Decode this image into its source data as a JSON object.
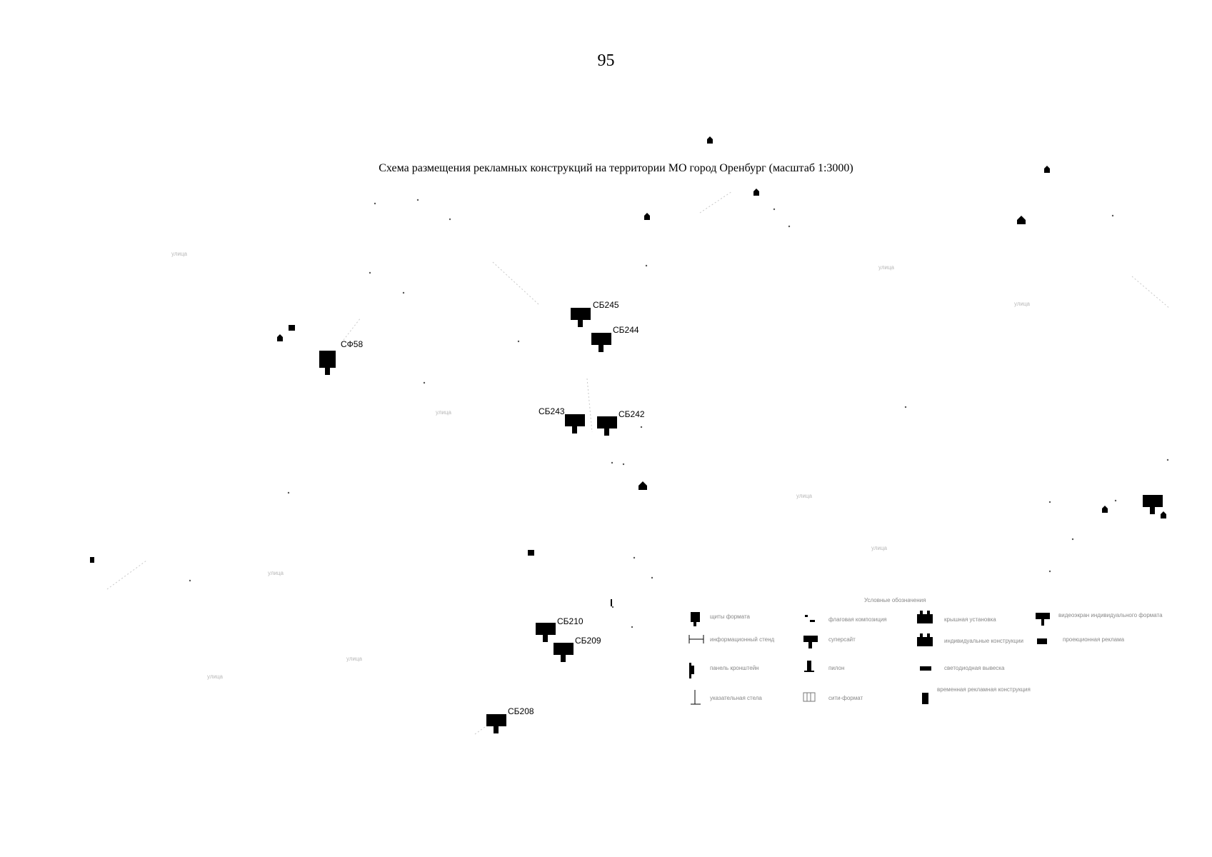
{
  "page": {
    "number": "95"
  },
  "map": {
    "title": "Схема размещения рекламных конструкций на территории МО город Оренбург (масштаб 1:3000)"
  },
  "markers": [
    {
      "code": "СБ245",
      "kind": "billboard"
    },
    {
      "code": "СБ244",
      "kind": "billboard"
    },
    {
      "code": "СФ58",
      "kind": "column"
    },
    {
      "code": "СБ243",
      "kind": "billboard"
    },
    {
      "code": "СБ242",
      "kind": "billboard"
    },
    {
      "code": "СБ210",
      "kind": "billboard"
    },
    {
      "code": "СБ209",
      "kind": "billboard"
    },
    {
      "code": "СБ208",
      "kind": "billboard"
    }
  ],
  "legend": {
    "title": "Условные обозначения",
    "items": [
      {
        "label": "щиты формата",
        "icon": "column-icon"
      },
      {
        "label": "флаговая композиция",
        "icon": "flag-icon"
      },
      {
        "label": "крышная установка",
        "icon": "roof-icon"
      },
      {
        "label": "видеоэкран индивидуального формата",
        "icon": "video-screen-icon"
      },
      {
        "label": "информационный стенд",
        "icon": "stand-icon"
      },
      {
        "label": "суперсайт",
        "icon": "billboard-icon"
      },
      {
        "label": "индивидуальные конструкции",
        "icon": "individual-icon"
      },
      {
        "label": "проекционная реклама",
        "icon": "projection-icon"
      },
      {
        "label": "панель кронштейн",
        "icon": "bracket-icon"
      },
      {
        "label": "пилон",
        "icon": "pylon-icon"
      },
      {
        "label": "светодиодная вывеска",
        "icon": "led-icon"
      },
      {
        "label": "указательная стела",
        "icon": "stele-icon"
      },
      {
        "label": "сити-формат",
        "icon": "city-format-icon"
      },
      {
        "label": "временная рекламная конструкция",
        "icon": "temporary-icon"
      }
    ]
  },
  "colors": {
    "marker": "#000000",
    "faint": "#b8b8b8"
  }
}
